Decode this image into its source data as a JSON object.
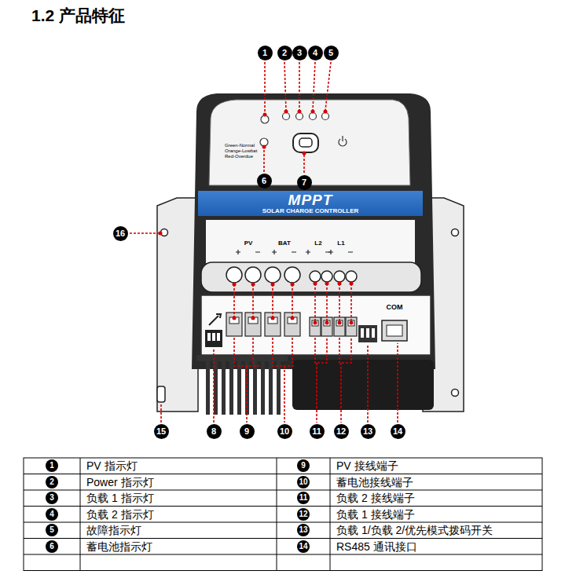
{
  "diagram": {
    "title": "1.2 产品特征",
    "nodes": [
      {
        "text": [
          "1"
        ]
      },
      {
        "text": [
          "2"
        ]
      },
      {
        "text": [
          "3"
        ]
      },
      {
        "text": [
          "4"
        ]
      },
      {
        "text": [
          "5"
        ]
      },
      {
        "text": [
          "6"
        ]
      },
      {
        "text": [
          "7"
        ]
      },
      {
        "text": [
          "MPPT",
          "SOLAR CHARGE CONTROLLER"
        ]
      },
      {
        "text": [
          "16"
        ]
      },
      {
        "text": [
          "15"
        ]
      },
      {
        "text": [
          "8"
        ]
      },
      {
        "text": [
          "9"
        ]
      },
      {
        "text": [
          "10"
        ]
      },
      {
        "text": [
          "11"
        ]
      },
      {
        "text": [
          "12"
        ]
      },
      {
        "text": [
          "13"
        ]
      },
      {
        "text": [
          "14"
        ]
      }
    ],
    "labels": [
      "Green-Normal",
      "Orange-Lowbat",
      "Red-Overdue",
      "PV",
      "BAT",
      "L2",
      "L1",
      "COM",
      "1",
      "PV 指示灯",
      "9",
      "PV 接线端子",
      "2",
      "Power 指示灯",
      "10",
      "蓄电池接线端子",
      "3",
      "负载 1 指示灯",
      "11",
      "负载 2 接线端子",
      "4",
      "负载 2 指示灯",
      "12",
      "负载 1 接线端子",
      "5",
      "故障指示灯",
      "13",
      "负载 1/负载 2/优先模式拨码开关",
      "6",
      "蓄电池指示灯",
      "14",
      "RS485 通讯接口"
    ]
  }
}
